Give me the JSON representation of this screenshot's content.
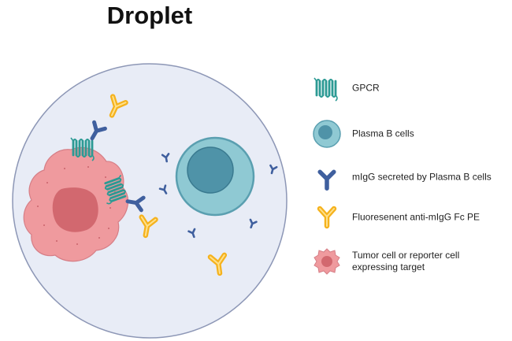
{
  "title": "Droplet",
  "legend": [
    {
      "icon": "gpcr-icon",
      "label": "GPCR"
    },
    {
      "icon": "plasma-b-cell-icon",
      "label": "Plasma B cells"
    },
    {
      "icon": "migg-antibody-icon",
      "label": "mIgG secreted by Plasma B cells"
    },
    {
      "icon": "fluorescent-antibody-icon",
      "label": "Fluoresenent anti-mIgG Fc PE"
    },
    {
      "icon": "tumor-cell-icon",
      "label": "Tumor cell or reporter cell expressing target"
    }
  ],
  "colors": {
    "droplet_fill": "#e8ecf6",
    "droplet_stroke": "#8d97b6",
    "tumor_cell": "#ef9a9e",
    "tumor_nucleus": "#d2686f",
    "plasma_outer": "#8fc9d3",
    "plasma_inner": "#4f93a8",
    "antibody_blue": "#3f5f9e",
    "antibody_yellow": "#f5b21d",
    "gpcr_teal": "#2c9a94"
  }
}
